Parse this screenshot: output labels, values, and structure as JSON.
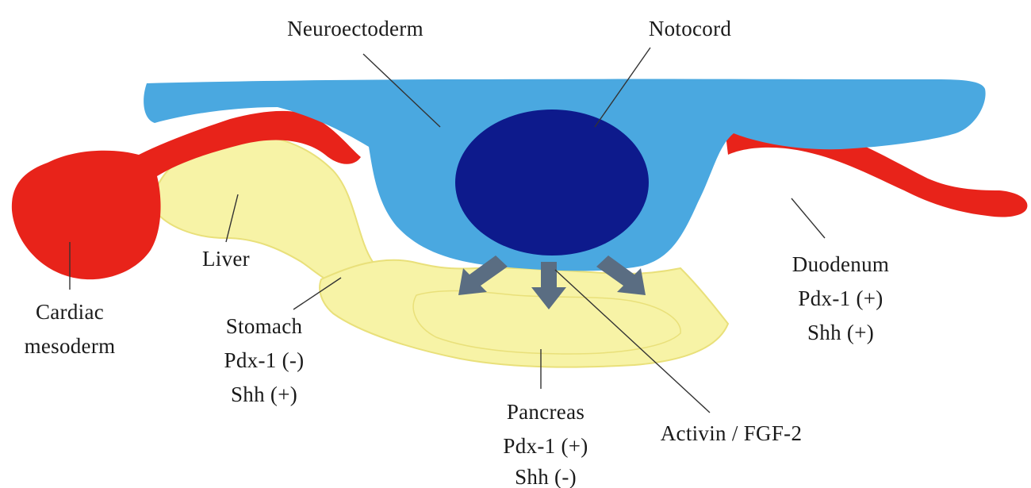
{
  "labels": {
    "neuroectoderm": "Neuroectoderm",
    "notocord": "Notocord",
    "liver": "Liver",
    "cardiac": [
      "Cardiac",
      "mesoderm"
    ],
    "stomach": [
      "Stomach",
      "Pdx-1 (-)",
      "Shh (+)"
    ],
    "pancreas": [
      "Pancreas",
      "Pdx-1 (+)",
      "Shh (-)"
    ],
    "duodenum": [
      "Duodenum",
      "Pdx-1 (+)",
      "Shh (+)"
    ],
    "signal": "Activin / FGF-2"
  },
  "colors": {
    "neuroectoderm": "#4aa8e0",
    "notocord": "#0d1a8c",
    "mesoderm": "#e8231a",
    "endoderm": "#f7f3a6",
    "endoderm_edge": "#e9e07a",
    "arrow": "#5a6d82",
    "leader": "#333333"
  }
}
